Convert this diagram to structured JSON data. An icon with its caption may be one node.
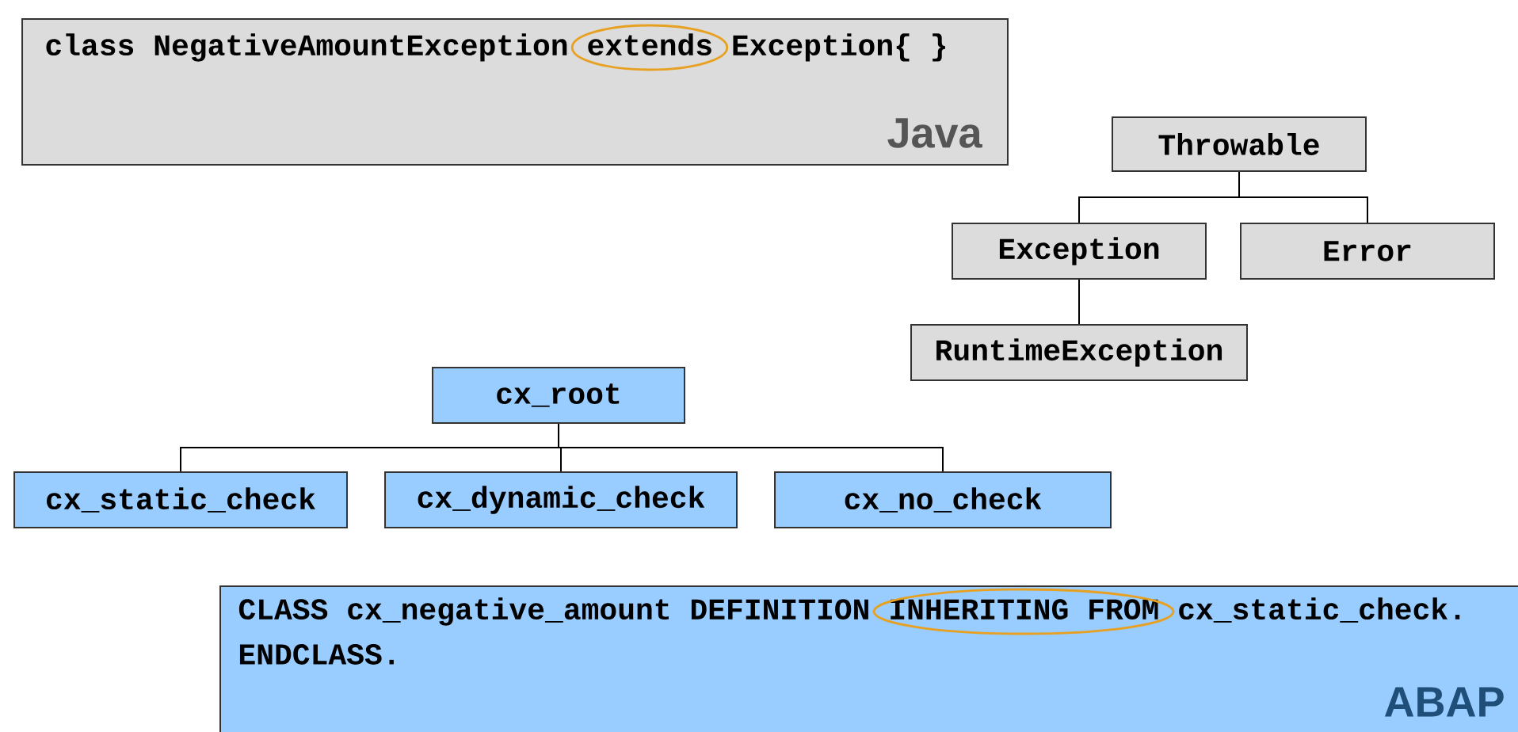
{
  "diagram": {
    "nodes": [
      {
        "text": [
          "class NegativeAmountException",
          "extends",
          "Exception{ }",
          "Java"
        ]
      },
      {
        "text": [
          "Throwable"
        ]
      },
      {
        "text": [
          "Exception"
        ]
      },
      {
        "text": [
          "Error"
        ]
      },
      {
        "text": [
          "RuntimeException"
        ]
      },
      {
        "text": [
          "cx_root"
        ]
      },
      {
        "text": [
          "cx_static_check"
        ]
      },
      {
        "text": [
          "cx_dynamic_check"
        ]
      },
      {
        "text": [
          "cx_no_check"
        ]
      },
      {
        "text": [
          "CLASS cx_negative_amount DEFINITION",
          "INHERITING FROM",
          "cx_static_check.",
          "ENDCLASS.",
          "ABAP"
        ]
      }
    ],
    "edges": [
      {
        "from": 1,
        "to": 2,
        "arrow": "none"
      },
      {
        "from": 1,
        "to": 3,
        "arrow": "none"
      },
      {
        "from": 2,
        "to": 4,
        "arrow": "none"
      },
      {
        "from": 5,
        "to": 6,
        "arrow": "none"
      },
      {
        "from": 5,
        "to": 7,
        "arrow": "none"
      },
      {
        "from": 5,
        "to": 8,
        "arrow": "none"
      }
    ]
  }
}
